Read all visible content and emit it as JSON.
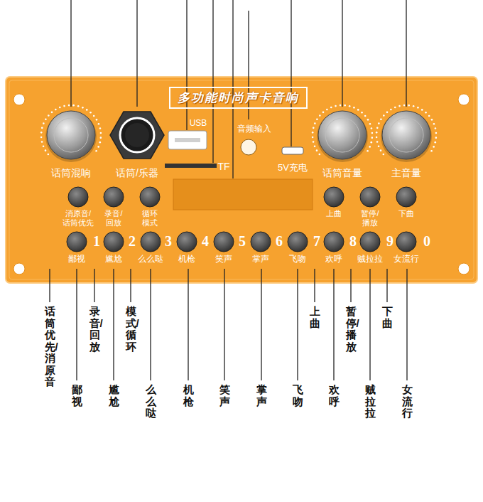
{
  "diagram": {
    "nodes": [
      {
        "text": [
          "多功能时尚声卡音响"
        ]
      }
    ],
    "labels": [
      "USB",
      "音频输入",
      "TF",
      "5V充电",
      "话筒混响",
      "话筒/乐器",
      "话筒音量",
      "主音量",
      "消原音/ 话筒优先",
      "录音/ 回放",
      "循环 模式",
      "上曲",
      "暂停/播放",
      "下曲",
      "鄙视",
      "1",
      "尴尬",
      "2",
      "么么哒",
      "3",
      "机枪",
      "4",
      "笑声",
      "5",
      "掌声",
      "6",
      "飞吻",
      "7",
      "欢呼",
      "8",
      "贼拉拉",
      "9",
      "女流行",
      "0",
      "话筒优先/消原音",
      "录音/回放",
      "模式/循环",
      "上曲",
      "暂停/播放",
      "下曲",
      "鄙视",
      "尴尬",
      "么么哒",
      "机枪",
      "笑声",
      "掌声",
      "飞吻",
      "欢呼",
      "贼拉拉",
      "女流行"
    ]
  }
}
